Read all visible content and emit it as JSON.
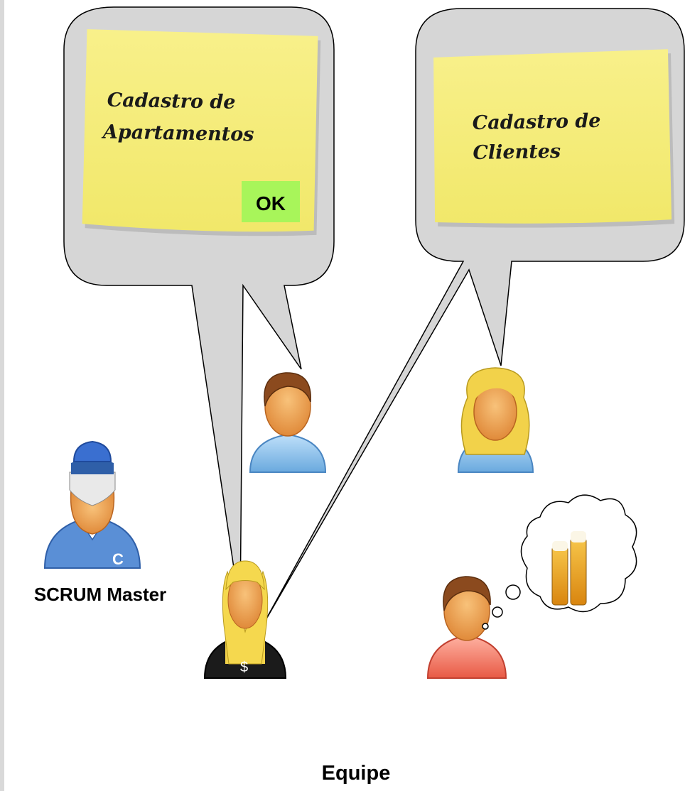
{
  "notes": {
    "apartments": {
      "line1": "Cadastro de",
      "line2": "Apartamentos",
      "status": "OK"
    },
    "clients": {
      "line1": "Cadastro de",
      "line2": "Clientes"
    }
  },
  "labels": {
    "scrum_master": "SCRUM Master",
    "team": "Equipe"
  },
  "colors": {
    "sticky_note": "#f7f07c",
    "bubble_fill": "#d6d6d6",
    "ok_badge": "#a8f55a",
    "hair_brown": "#8b4a1e",
    "hair_blonde": "#f2d24a",
    "shirt_blue": "#7fb8e8",
    "shirt_red": "#f06a55",
    "shirt_black": "#1b1b1b",
    "cap_blue": "#3a6fd0",
    "beer": "#f0a51c"
  },
  "icons": [
    "scrum-master-icon",
    "male-developer-icon",
    "female-developer-icon",
    "team-member-black-shirt-icon",
    "team-member-red-shirt-icon",
    "beer-thought-icon"
  ]
}
